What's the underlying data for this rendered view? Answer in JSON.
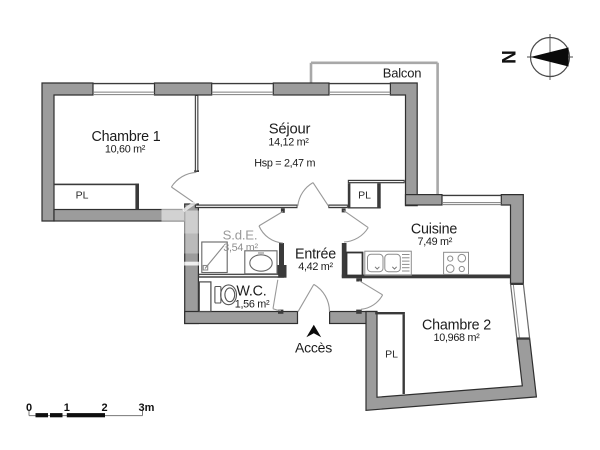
{
  "plan": {
    "type": "apartment-floor-plan",
    "rooms": {
      "chambre1": {
        "name": "Chambre 1",
        "area": "10,60 m²"
      },
      "sejour": {
        "name": "Séjour",
        "area": "14,12 m²",
        "note": "Hsp = 2,47 m"
      },
      "balcon": {
        "name": "Balcon"
      },
      "cuisine": {
        "name": "Cuisine",
        "area": "7,49 m²"
      },
      "chambre2": {
        "name": "Chambre 2",
        "area": "10,968 m²"
      },
      "entree": {
        "name": "Entrée",
        "area": "4,42 m²"
      },
      "sde": {
        "name": "S.d.E.",
        "area": "3,54 m²"
      },
      "wc": {
        "name": "W.C.",
        "area": "1,56 m²"
      }
    },
    "closets": {
      "chambre1_closet": "PL",
      "hall_closet": "PL",
      "chambre2_closet": "PL"
    },
    "access": {
      "label": "Accès"
    },
    "compass": {
      "north_label": "N"
    },
    "scale_bar": {
      "labels": [
        "0",
        "1",
        "2",
        "3m"
      ]
    },
    "colors": {
      "wall_fill": "#9c9c9c",
      "wall_outline": "#2f2f2f",
      "interior_wall": "#3a3a3a",
      "door_arc": "#999999",
      "balcony_line": "#a8a8a8",
      "text": "#1c1c1c",
      "muted_text": "#9a9a9a"
    }
  }
}
